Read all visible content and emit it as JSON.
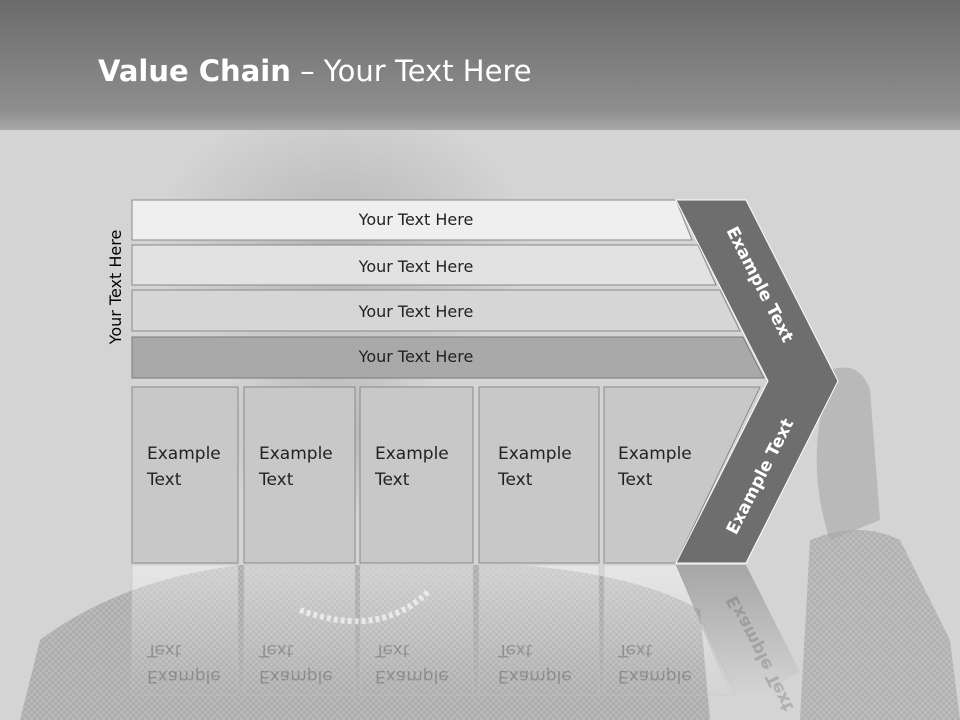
{
  "slide": {
    "title_bold": "Value Chain",
    "title_rest": " – Your Text Here",
    "side_label": "Your Text Here",
    "support_rows": [
      "Your Text Here",
      "Your Text Here",
      "Your Text Here",
      "Your Text Here"
    ],
    "primary_cells": [
      [
        "Example",
        "Text"
      ],
      [
        "Example",
        "Text"
      ],
      [
        "Example",
        "Text"
      ],
      [
        "Example",
        "Text"
      ],
      [
        "Example",
        "Text"
      ]
    ],
    "chevron_upper": "Example Text",
    "chevron_lower": "Example Text"
  },
  "colors": {
    "header": "#7f7f7f",
    "row_fills": [
      "#efefef",
      "#e2e2e2",
      "#d6d6d6",
      "#a9a9a9"
    ],
    "cell_fill": "#c8c8c8",
    "chevron": "#6e6e6e"
  }
}
